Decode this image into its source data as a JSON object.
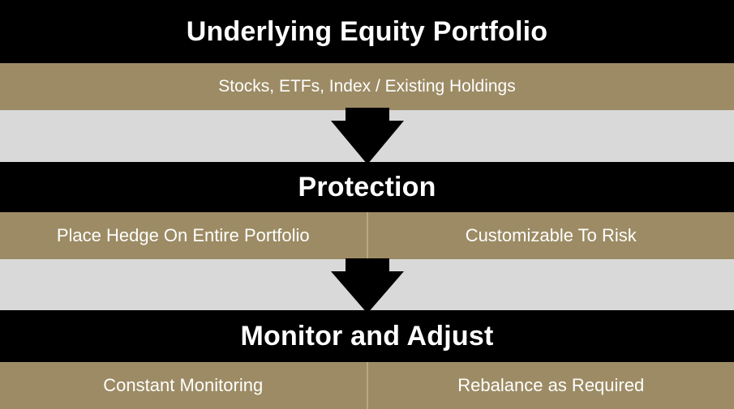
{
  "diagram": {
    "stage1": {
      "title": "Underlying Equity Portfolio",
      "subtitle": "Stocks, ETFs, Index / Existing Holdings"
    },
    "stage2": {
      "title": "Protection",
      "items": [
        {
          "label": "Place Hedge On Entire Portfolio"
        },
        {
          "label": "Customizable To Risk"
        }
      ]
    },
    "stage3": {
      "title": "Monitor and Adjust",
      "items": [
        {
          "label": "Constant Monitoring"
        },
        {
          "label": "Rebalance as Required"
        }
      ]
    },
    "colors": {
      "header": "#000000",
      "subband": "#9c8b64",
      "gap": "#d9d9d9",
      "text": "#ffffff",
      "arrow": "#000000"
    },
    "icons": {
      "connector": "down-arrow-icon"
    }
  }
}
